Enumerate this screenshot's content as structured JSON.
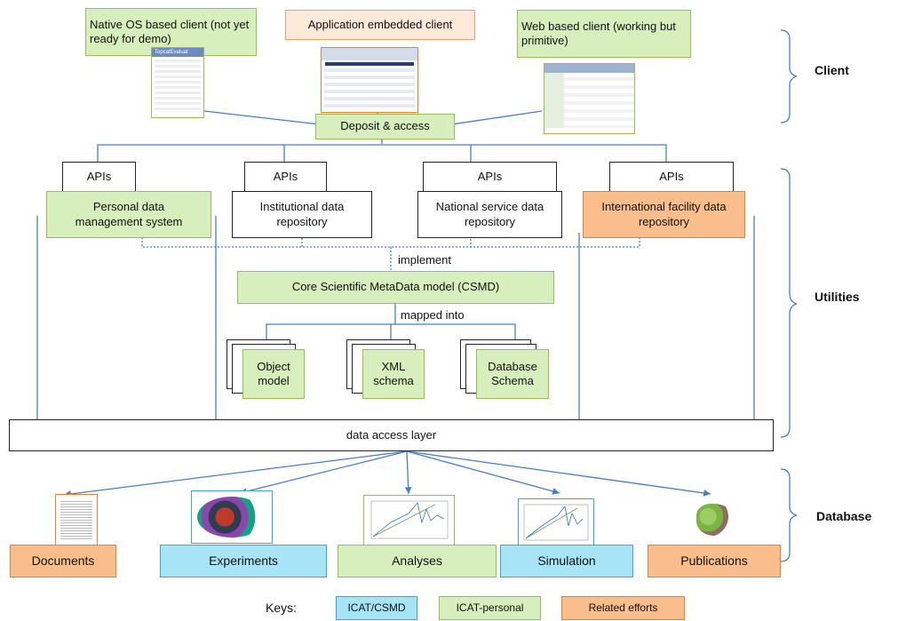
{
  "client": {
    "native": "Native OS based client (not yet ready for demo)",
    "embedded": "Application embedded client",
    "web": "Web based client  (working but primitive)",
    "deposit": "Deposit & access",
    "native_logo": "TopcatEvaluat"
  },
  "apis_label": "APIs",
  "repositories": [
    {
      "label": "Personal data management system"
    },
    {
      "label": "Institutional data repository"
    },
    {
      "label": "National service data repository"
    },
    {
      "label": "International facility data repository"
    }
  ],
  "implement": "implement",
  "csmd": "Core Scientific MetaData model (CSMD)",
  "mapped_into": "mapped into",
  "models": [
    "Object model",
    "XML schema",
    "Database Schema"
  ],
  "data_access_layer": "data access layer",
  "databases": [
    "Documents",
    "Experiments",
    "Analyses",
    "Simulation",
    "Publications"
  ],
  "sections": {
    "client": "Client",
    "utilities": "Utilities",
    "database": "Database"
  },
  "keys": {
    "label": "Keys:",
    "items": [
      "ICAT/CSMD",
      "ICAT-personal",
      "Related efforts"
    ]
  },
  "colors": {
    "icat_csmd": "#a6e4f6",
    "icat_personal": "#d7efbd",
    "related_efforts": "#f9be8c",
    "connector": "#4a7ebb"
  }
}
